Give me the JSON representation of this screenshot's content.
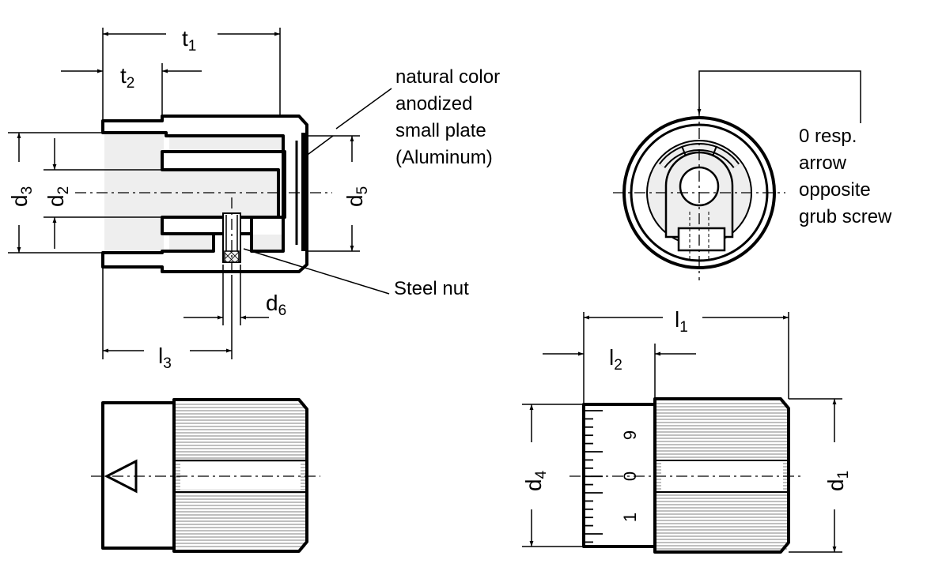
{
  "dimensions": {
    "t1": {
      "main": "t",
      "sub": "1"
    },
    "t2": {
      "main": "t",
      "sub": "2"
    },
    "d1": {
      "main": "d",
      "sub": "1"
    },
    "d2": {
      "main": "d",
      "sub": "2"
    },
    "d3": {
      "main": "d",
      "sub": "3"
    },
    "d4": {
      "main": "d",
      "sub": "4"
    },
    "d5": {
      "main": "d",
      "sub": "5"
    },
    "d6": {
      "main": "d",
      "sub": "6"
    },
    "l1": {
      "main": "l",
      "sub": "1"
    },
    "l2": {
      "main": "l",
      "sub": "2"
    },
    "l3": {
      "main": "l",
      "sub": "3"
    }
  },
  "callouts": {
    "plate": [
      "natural color",
      "anodized",
      "small plate",
      "(Aluminum)"
    ],
    "nut": "Steel nut",
    "arrow_note": [
      "0 resp.",
      "arrow",
      "opposite",
      "grub screw"
    ]
  },
  "scale_digits": {
    "top": "9",
    "middle": "0",
    "bottom": "1"
  },
  "colors": {
    "ink": "#000000",
    "fill": "#eeeeee",
    "background": "#ffffff"
  }
}
